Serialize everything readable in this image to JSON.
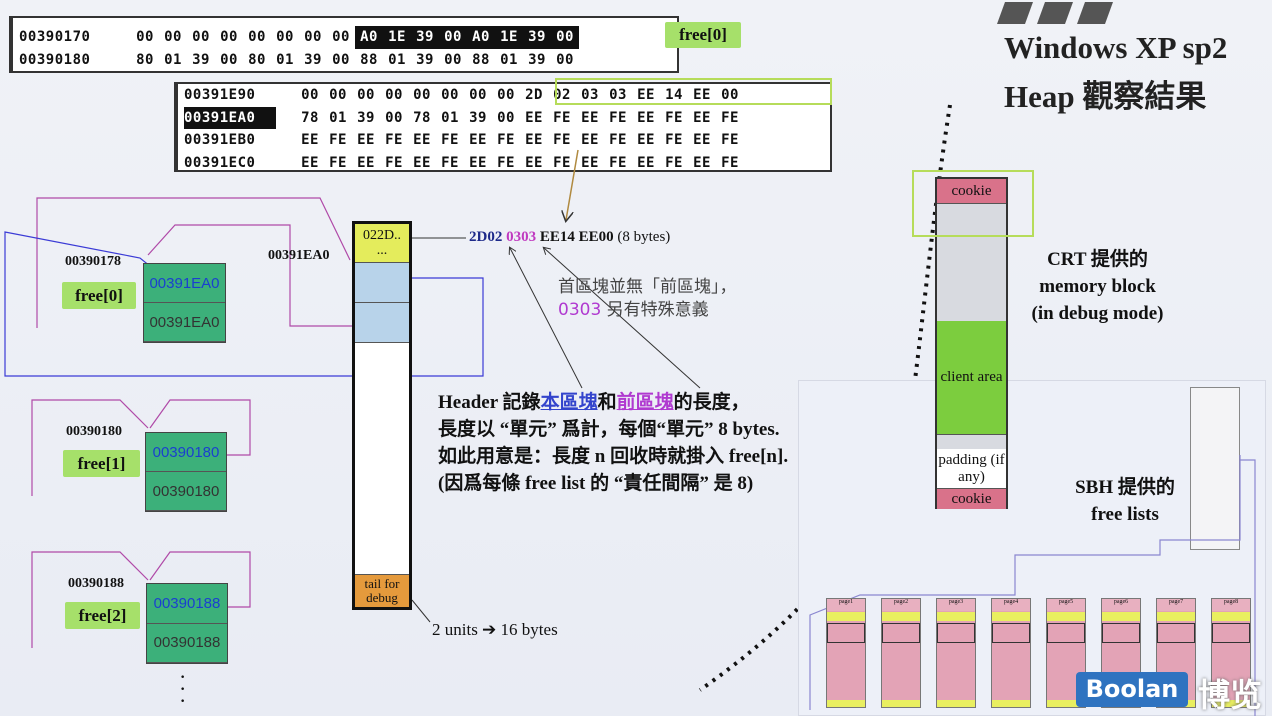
{
  "title": {
    "line1": "Windows XP sp2",
    "line2": "Heap 觀察結果"
  },
  "hexdump1": {
    "rows": [
      {
        "addr": "00390170",
        "bytes": [
          "00",
          "00",
          "00",
          "00",
          "00",
          "00",
          "00",
          "00",
          "A0",
          "1E",
          "39",
          "00",
          "A0",
          "1E",
          "39",
          "00"
        ]
      },
      {
        "addr": "00390180",
        "bytes": [
          "80",
          "01",
          "39",
          "00",
          "80",
          "01",
          "39",
          "00",
          "88",
          "01",
          "39",
          "00",
          "88",
          "01",
          "39",
          "00"
        ]
      }
    ],
    "label": "free[0]"
  },
  "hexdump2": {
    "rows": [
      {
        "addr": "00391E90",
        "bytes": [
          "00",
          "00",
          "00",
          "00",
          "00",
          "00",
          "00",
          "00",
          "2D",
          "02",
          "03",
          "03",
          "EE",
          "14",
          "EE",
          "00"
        ]
      },
      {
        "addr": "00391EA0",
        "bytes": [
          "78",
          "01",
          "39",
          "00",
          "78",
          "01",
          "39",
          "00",
          "EE",
          "FE",
          "EE",
          "FE",
          "EE",
          "FE",
          "EE",
          "FE"
        ]
      },
      {
        "addr": "00391EB0",
        "bytes": [
          "EE",
          "FE",
          "EE",
          "FE",
          "EE",
          "FE",
          "EE",
          "FE",
          "EE",
          "FE",
          "EE",
          "FE",
          "EE",
          "FE",
          "EE",
          "FE"
        ]
      },
      {
        "addr": "00391EC0",
        "bytes": [
          "EE",
          "FE",
          "EE",
          "FE",
          "EE",
          "FE",
          "EE",
          "FE",
          "EE",
          "FE",
          "EE",
          "FE",
          "EE",
          "FE",
          "EE",
          "FE"
        ]
      }
    ]
  },
  "freelists": [
    {
      "addr": "00390178",
      "label": "free[0]",
      "next": "00391EA0",
      "prev": "00391EA0"
    },
    {
      "addr": "00390180",
      "label": "free[1]",
      "next": "00390180",
      "prev": "00390180"
    },
    {
      "addr": "00390188",
      "label": "free[2]",
      "next": "00390188",
      "prev": "00390188"
    }
  ],
  "ellipsis": "·\n·\n·",
  "block": {
    "addr": "00391EA0",
    "header": "022D..",
    "header2": "...",
    "tail": "tail for debug"
  },
  "header_bytes": {
    "a": "2D02",
    "b": "0303",
    "c": "EE14 EE00",
    "d": "(8 bytes)"
  },
  "note1": {
    "line1": "首區塊並無「前區塊」，",
    "num": "0303",
    "line2": " 另有特殊意義"
  },
  "note2": {
    "h": "Header 記錄",
    "u1": "本區塊",
    "and": "和",
    "u2": "前區塊",
    "rest": "的長度，",
    "line2": "長度以 “單元” 爲計，每個“單元” 8 bytes.",
    "line3": "如此用意是：長度 n 回收時就掛入 free[n].",
    "line4": "(因爲每條 free list 的 “責任間隔” 是 8)"
  },
  "units": "2 units ➔ 16 bytes",
  "crt": {
    "cookie": "cookie",
    "client": "client area",
    "padding": "padding (if any)",
    "cookie2": "cookie",
    "label1": "CRT 提供的",
    "label2": "memory block",
    "label3": "(in debug mode)"
  },
  "sbh": {
    "label1": "SBH 提供的",
    "label2": "free lists",
    "pages": [
      "page1",
      "page2",
      "page3",
      "page4",
      "page5",
      "page6",
      "page7",
      "page8"
    ]
  },
  "logo": {
    "brand": "Boolan",
    "cn": "博览",
    "color": "#2f73c0"
  }
}
